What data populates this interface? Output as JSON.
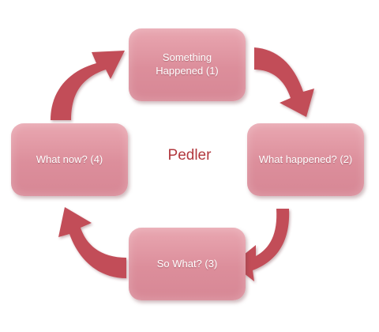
{
  "center_title": "Pedler",
  "stages": [
    {
      "label": "Something\nHappened (1)"
    },
    {
      "label": "What happened? (2)"
    },
    {
      "label": "So What? (3)"
    },
    {
      "label": "What now? (4)"
    }
  ],
  "colors": {
    "box_fill": "#dc8e9b",
    "arrow_fill": "#c24e58",
    "title_color": "#b2393f",
    "label_color": "#ffffff"
  }
}
